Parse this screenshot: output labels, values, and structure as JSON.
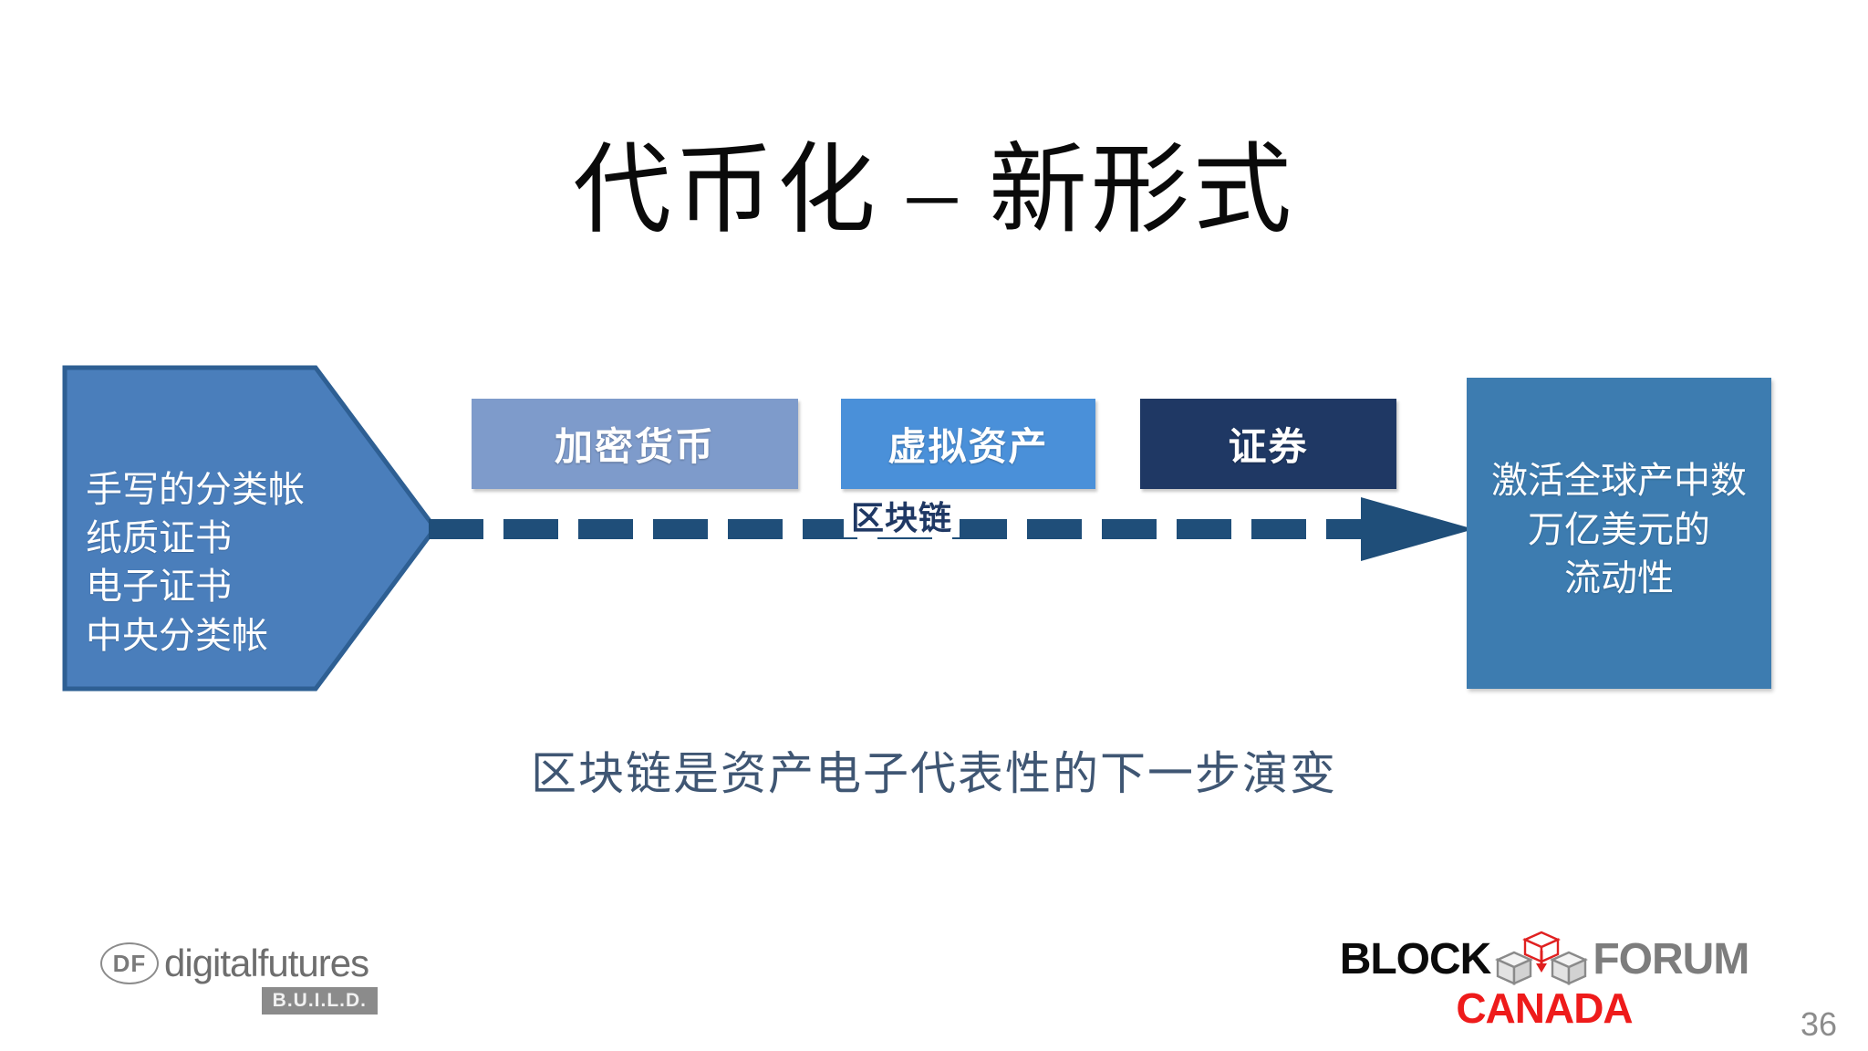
{
  "slide": {
    "title": "代币化 – 新形式",
    "page_number": "36",
    "background": "#ffffff"
  },
  "legacy_block": {
    "name": "legacy-forms-pentagon",
    "text": "手写的分类帐\n纸质证书\n电子证书\n中央分类帐",
    "fill": "#4a7ebb",
    "border": "#2e5f93"
  },
  "categories": [
    {
      "label": "加密货币",
      "color": "#7e9bcb"
    },
    {
      "label": "虚拟资产",
      "color": "#4a90d9"
    },
    {
      "label": "证券",
      "color": "#1f3864"
    }
  ],
  "arrow": {
    "label": "区块链",
    "color": "#1f4e79",
    "style": "dashed-with-arrowhead"
  },
  "outcome_block": {
    "text": "激活全球产中数\n万亿美元的\n流动性",
    "fill": "#3d7cb0"
  },
  "caption": {
    "text": "区块链是资产电子代表性的下一步演变",
    "color": "#3f5673"
  },
  "logos": {
    "digital_futures": {
      "mark": "DF",
      "wordmark": "digitalfutures",
      "badge": "B.U.I.L.D."
    },
    "block_forum_canada": {
      "word_left": "BLOCK",
      "word_right": "FORUM",
      "word_bottom": "CANADA",
      "left_color": "#0b0b0b",
      "right_color": "#7d7d7d",
      "bottom_color": "#ee1b1b",
      "accent_cube_color": "#e02020"
    }
  }
}
